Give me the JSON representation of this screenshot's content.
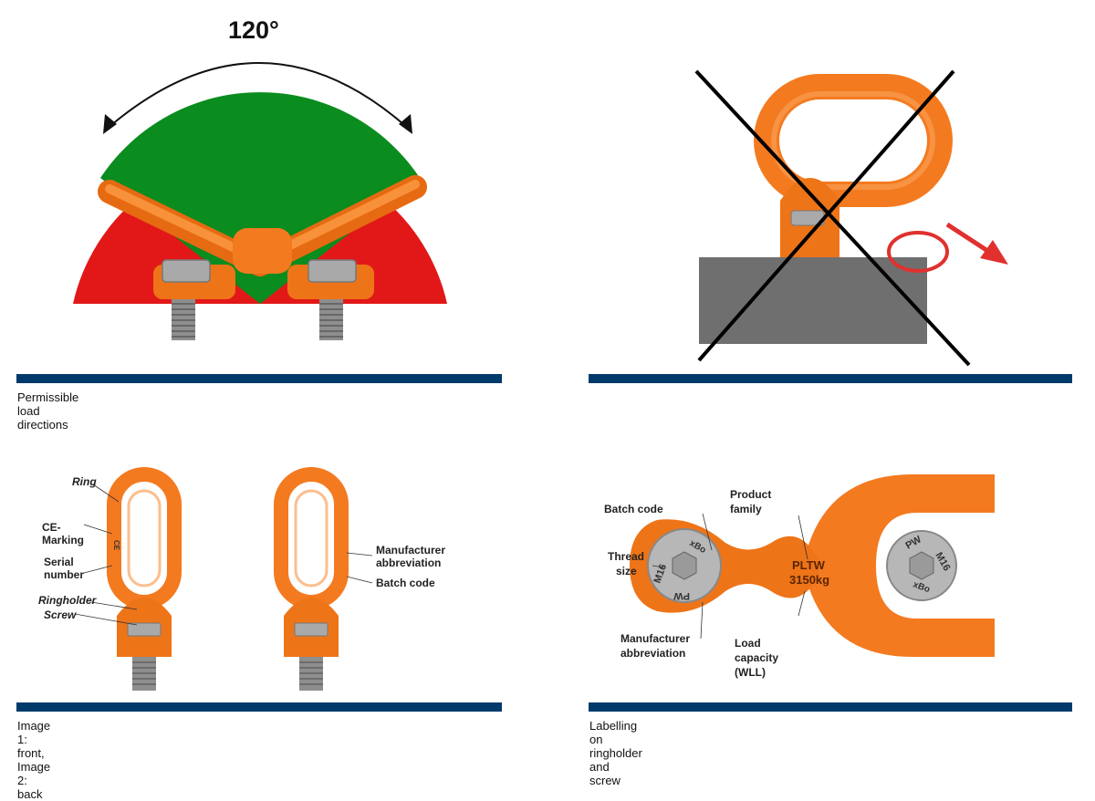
{
  "panel1": {
    "angle_label": "120°",
    "caption": "Permissible load directions",
    "colors": {
      "permitted": "#0a8c1e",
      "forbidden": "#e21818",
      "product": "#f47a20"
    }
  },
  "panel2": {
    "caption": "",
    "colors": {
      "block": "#6f6f6f",
      "arrow": "#e0312f"
    }
  },
  "panel3": {
    "caption": "Image 1: front, Image 2: back",
    "labels": {
      "ring": "Ring",
      "ce_marking_1": "CE-",
      "ce_marking_2": "Marking",
      "serial_1": "Serial",
      "serial_2": "number",
      "ringholder": "Ringholder",
      "screw": "Screw",
      "manufacturer_1": "Manufacturer",
      "manufacturer_2": "abbreviation",
      "batch_code": "Batch code"
    }
  },
  "panel4": {
    "caption": "Labelling on ringholder and screw",
    "labels": {
      "batch_code": "Batch code",
      "product_1": "Product",
      "product_2": "family",
      "thread_1": "Thread",
      "thread_2": "size",
      "manufacturer_1": "Manufacturer",
      "manufacturer_2": "abbreviation",
      "load_1": "Load",
      "load_2": "capacity",
      "load_3": "(WLL)"
    },
    "markings": {
      "product_family": "PLTW",
      "capacity": "3150kg",
      "screw_size": "M16",
      "screw_maker": "PW",
      "screw_batch": "xBo"
    }
  },
  "bar_color": "#003a6b"
}
